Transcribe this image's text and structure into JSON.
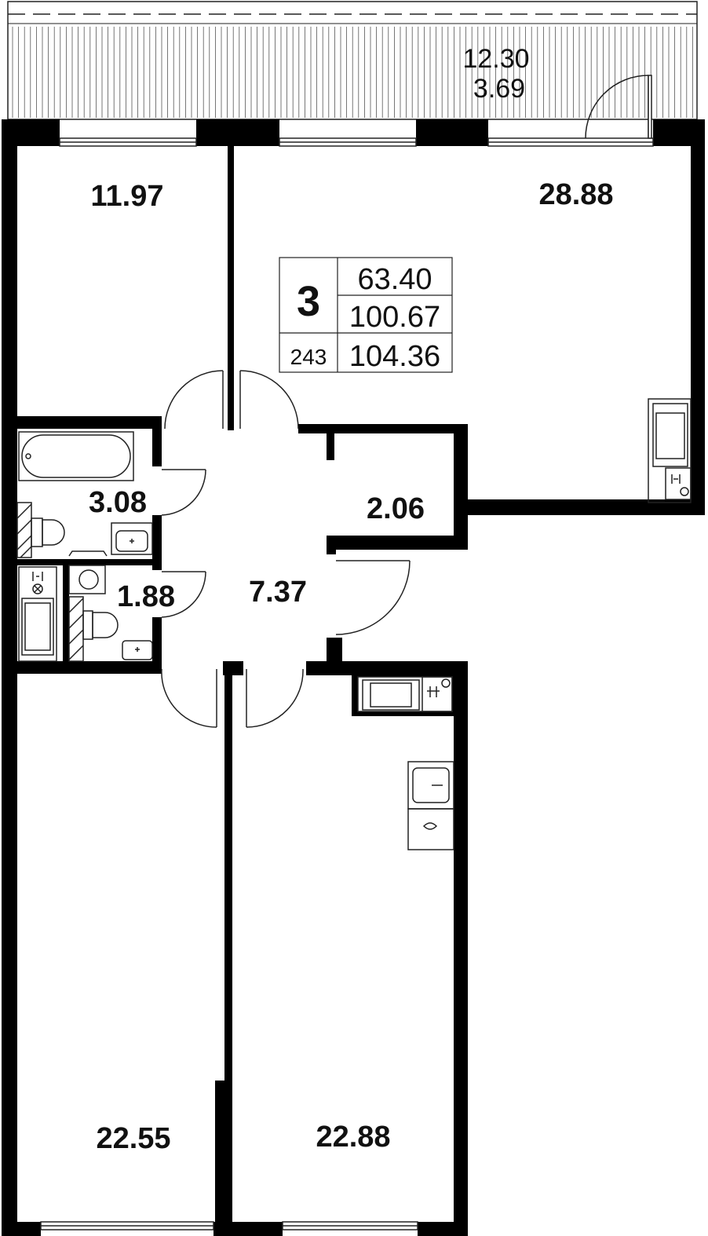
{
  "balcony": {
    "area_total": "12.30",
    "area_reduced": "3.69"
  },
  "rooms": {
    "bedroom_top_left": "11.97",
    "living_room": "28.88",
    "bathroom": "3.08",
    "storage": "2.06",
    "toilet": "1.88",
    "hallway": "7.37",
    "bedroom_bottom_left": "22.55",
    "kitchen_room": "22.88"
  },
  "summary": {
    "room_count": "3",
    "living_area": "63.40",
    "total_area": "100.67",
    "total_area_with_balcony": "104.36",
    "apartment_number": "243"
  },
  "colors": {
    "wall": "#000000",
    "line": "#1a1a1a",
    "background": "#ffffff"
  },
  "icons": [
    "door-swing-icon",
    "bathtub-icon",
    "toilet-icon",
    "sink-icon",
    "stove-icon",
    "washer-icon",
    "window-icon"
  ]
}
